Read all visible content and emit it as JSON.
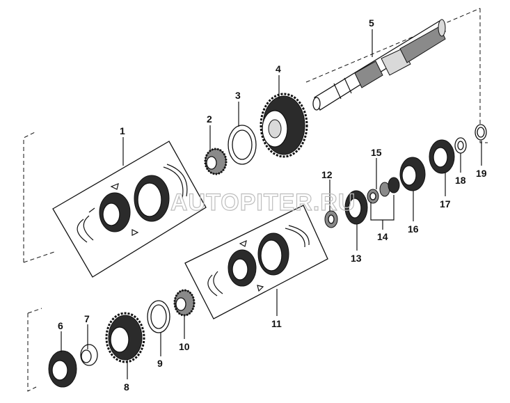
{
  "watermark": "AUTOPITER.RU",
  "callouts": {
    "c1": "1",
    "c2": "2",
    "c3": "3",
    "c4": "4",
    "c5": "5",
    "c6": "6",
    "c7": "7",
    "c8": "8",
    "c9": "9",
    "c10": "10",
    "c11": "11",
    "c12": "12",
    "c13": "13",
    "c14": "14",
    "c15": "15",
    "c16": "16",
    "c17": "17",
    "c18": "18",
    "c19": "19"
  }
}
